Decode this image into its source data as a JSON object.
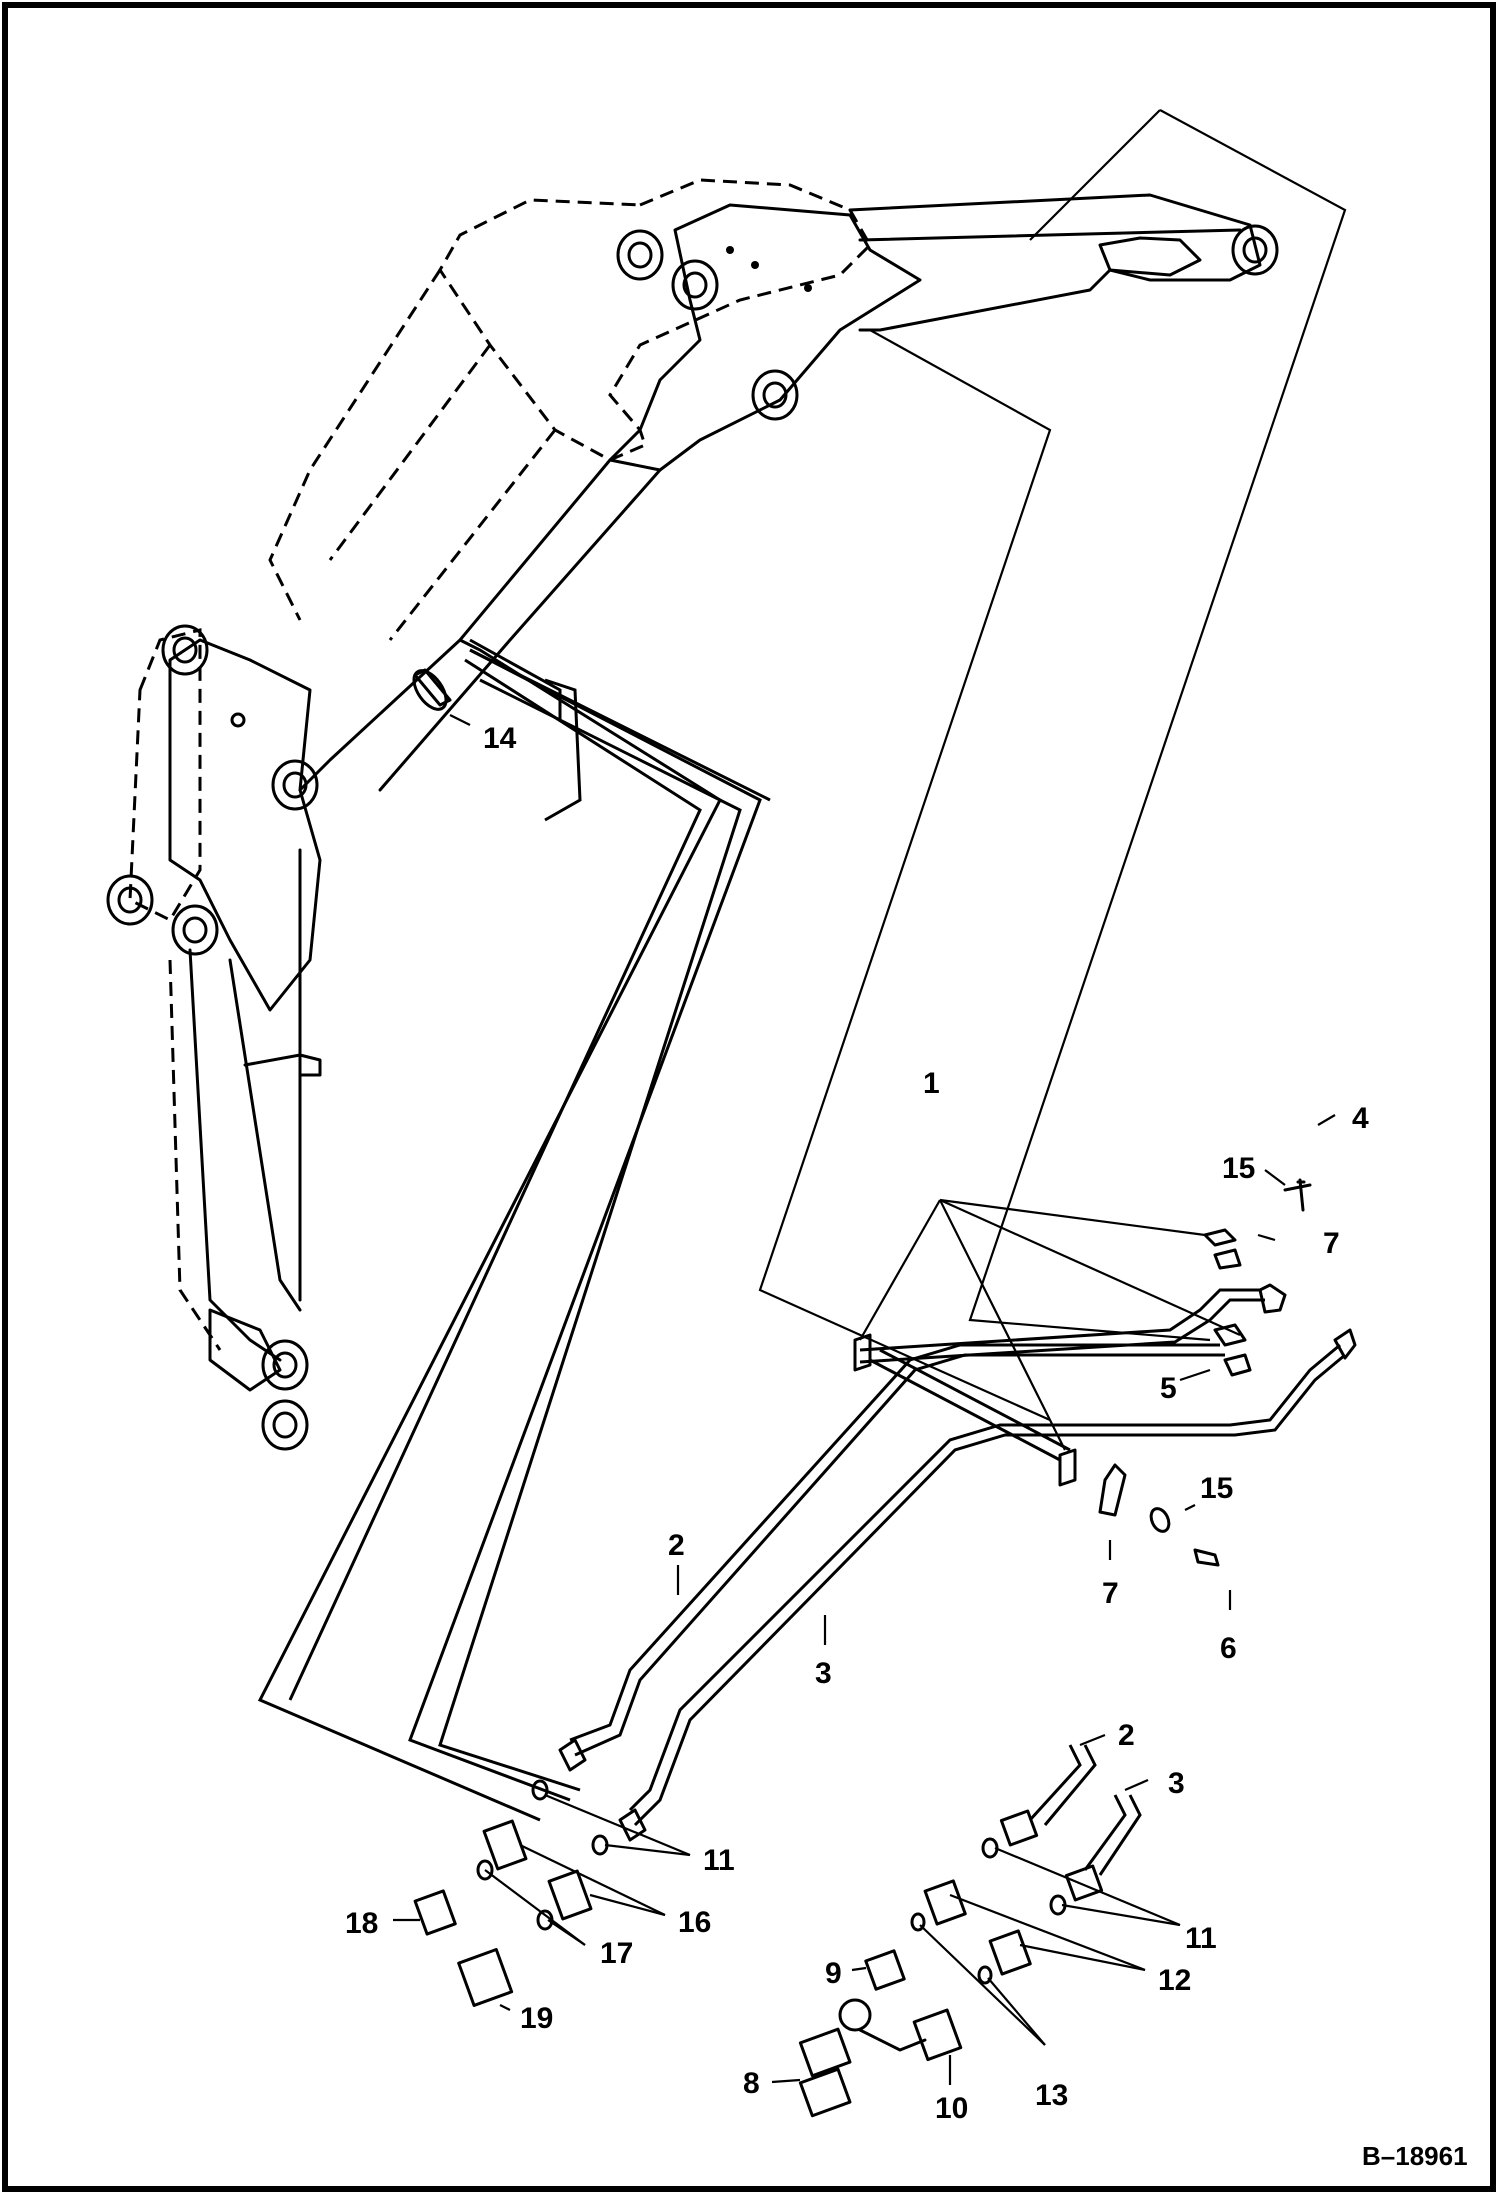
{
  "figure_ref": "B–18961",
  "callouts": {
    "c1": "1",
    "c2a": "2",
    "c2b": "2",
    "c3a": "3",
    "c3b": "3",
    "c4": "4",
    "c5": "5",
    "c6": "6",
    "c7a": "7",
    "c7b": "7",
    "c8": "8",
    "c9": "9",
    "c10": "10",
    "c11a": "11",
    "c11b": "11",
    "c12": "12",
    "c13": "13",
    "c14": "14",
    "c15a": "15",
    "c15b": "15",
    "c16": "16",
    "c17": "17",
    "c18": "18",
    "c19": "19"
  }
}
